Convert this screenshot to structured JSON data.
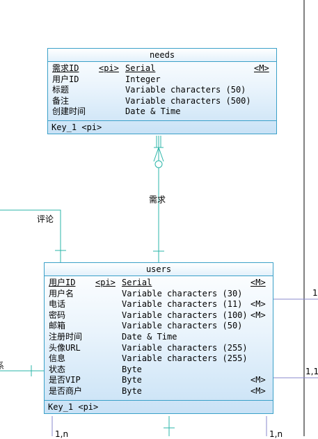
{
  "needs": {
    "title": "needs",
    "attributes": [
      {
        "name": "需求ID",
        "tag": "<pi>",
        "type": "Serial",
        "flag": "<M>",
        "pk": true
      },
      {
        "name": "用户ID",
        "tag": "",
        "type": "Integer",
        "flag": "",
        "pk": false
      },
      {
        "name": "标题",
        "tag": "",
        "type": "Variable characters (50)",
        "flag": "",
        "pk": false
      },
      {
        "name": "备注",
        "tag": "",
        "type": "Variable characters (500)",
        "flag": "",
        "pk": false
      },
      {
        "name": "创建时间",
        "tag": "",
        "type": "Date & Time",
        "flag": "",
        "pk": false
      }
    ],
    "key": "Key_1  <pi>"
  },
  "users": {
    "title": "users",
    "attributes": [
      {
        "name": "用户ID",
        "tag": "<pi>",
        "type": "Serial",
        "flag": "<M>",
        "pk": true
      },
      {
        "name": "用户名",
        "tag": "",
        "type": "Variable characters (30)",
        "flag": "",
        "pk": false
      },
      {
        "name": "电话",
        "tag": "",
        "type": "Variable characters (11)",
        "flag": "<M>",
        "pk": false
      },
      {
        "name": "密码",
        "tag": "",
        "type": "Variable characters (100)",
        "flag": "<M>",
        "pk": false
      },
      {
        "name": "邮箱",
        "tag": "",
        "type": "Variable characters (50)",
        "flag": "",
        "pk": false
      },
      {
        "name": "注册时间",
        "tag": "",
        "type": "Date & Time",
        "flag": "",
        "pk": false
      },
      {
        "name": "头像URL",
        "tag": "",
        "type": "Variable characters (255)",
        "flag": "",
        "pk": false
      },
      {
        "name": "信息",
        "tag": "",
        "type": "Variable characters (255)",
        "flag": "",
        "pk": false
      },
      {
        "name": "状态",
        "tag": "",
        "type": "Byte",
        "flag": "",
        "pk": false
      },
      {
        "name": "是否VIP",
        "tag": "",
        "type": "Byte",
        "flag": "<M>",
        "pk": false
      },
      {
        "name": "是否商户",
        "tag": "",
        "type": "Byte",
        "flag": "<M>",
        "pk": false
      }
    ],
    "key": "Key_1  <pi>"
  },
  "relationships": {
    "needs_label": "需求",
    "comment_label": "评论",
    "left_edge_label": "系",
    "right_card_top": "1",
    "right_card_mid": "1,1",
    "bottom_card_left": "1,n",
    "bottom_card_right": "1,n"
  },
  "colors": {
    "line": "#2bb5a8",
    "border": "#3aa0c8",
    "right_line": "#8888cc"
  }
}
